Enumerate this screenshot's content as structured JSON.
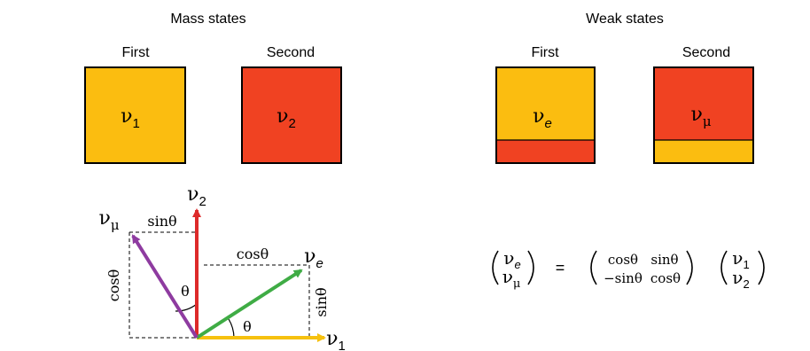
{
  "colors": {
    "yellow": "#fbbd10",
    "red": "#f04222",
    "purple": "#8e3ba0",
    "green": "#3fac45",
    "gold": "#f6c10f",
    "crimson": "#dd2a2a"
  },
  "mass": {
    "title": "Mass states",
    "first_label": "First",
    "second_label": "Second",
    "first_state": "ν",
    "first_sub": "1",
    "second_state": "ν",
    "second_sub": "2"
  },
  "weak": {
    "title": "Weak states",
    "first_label": "First",
    "second_label": "Second",
    "first_state": "ν",
    "first_sub": "e",
    "second_state": "ν",
    "second_sub": "μ"
  },
  "vectors": {
    "v1": "ν",
    "v1_sub": "1",
    "v2": "ν",
    "v2_sub": "2",
    "ve": "ν",
    "ve_sub": "e",
    "vmu": "ν",
    "vmu_sub": "μ",
    "sin_top": "sinθ",
    "cos_top": "cosθ",
    "cos_left": "cosθ",
    "sin_right": "sinθ",
    "theta_upper": "θ",
    "theta_lower": "θ"
  },
  "equation": {
    "lhs_top": "ν",
    "lhs_top_sub": "e",
    "lhs_bot": "ν",
    "lhs_bot_sub": "μ",
    "equals": "=",
    "m11": "cosθ",
    "m12": "sinθ",
    "m21": "−sinθ",
    "m22": "cosθ",
    "rhs_top": "ν",
    "rhs_top_sub": "1",
    "rhs_bot": "ν",
    "rhs_bot_sub": "2"
  }
}
